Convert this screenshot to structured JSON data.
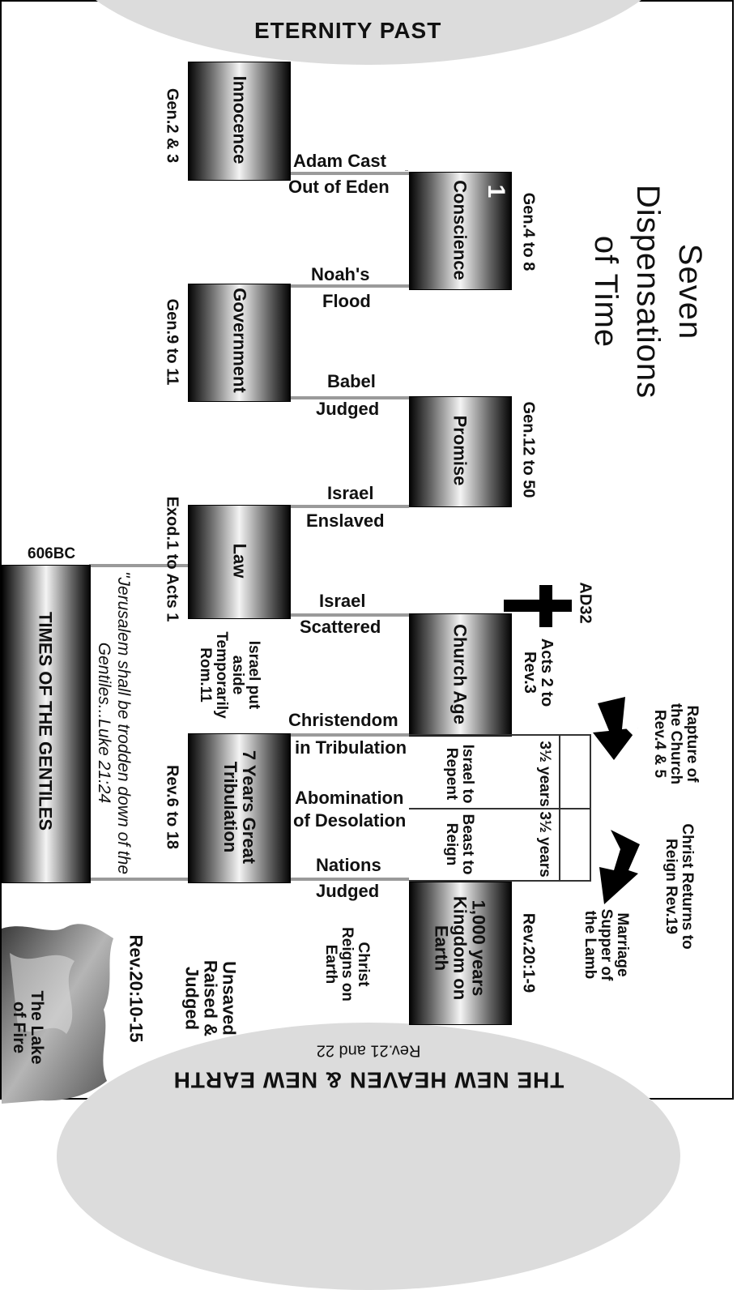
{
  "top_heading": "ETERNITY  PAST",
  "bottom_heading": "THE NEW HEAVEN & NEW EARTH",
  "bottom_subheading": "Rev.21 and 22",
  "title": {
    "line1": "Seven",
    "line2": "Dispensations",
    "line3": "of Time"
  },
  "dispensations": {
    "d1": {
      "name": "Innocence",
      "ref": "Gen.2 & 3"
    },
    "d2": {
      "name": "Conscience",
      "ref": "Gen.4 to 8",
      "number": "1"
    },
    "d3": {
      "name": "Government",
      "ref": "Gen.9 to 11"
    },
    "d4": {
      "name": "Promise",
      "ref": "Gen.12 to 50"
    },
    "d5": {
      "name": "Law",
      "ref": "Exod.1 to Acts 1"
    },
    "d6": {
      "name": "Church Age",
      "ref": "Acts 2 to Rev.3"
    },
    "d7": {
      "name": "7 Years Great Tribulation",
      "ref": "Rev.6 to 18"
    },
    "d8": {
      "name": "1,000 years Kingdom on Earth",
      "ref": "Rev.20:1-9"
    }
  },
  "transitions": {
    "t1": {
      "a": "Adam Cast",
      "b": "Out of  Eden"
    },
    "t2": {
      "a": "Noah's",
      "b": "Flood"
    },
    "t3": {
      "a": "Babel",
      "b": "Judged"
    },
    "t4": {
      "a": "Israel",
      "b": "Enslaved"
    },
    "t5": {
      "a": "Israel",
      "b": "Scattered"
    },
    "t6": {
      "a": "Christendom",
      "b": "in Tribulation"
    },
    "t7": {
      "a": "Abomination",
      "b": "of Desolation"
    },
    "t8": {
      "a": "Nations",
      "b": "Judged"
    }
  },
  "events": {
    "ad32": "AD32",
    "rapture": "Rapture of the Church Rev.4 & 5",
    "christ_returns": "Christ Returns to Reign Rev.19",
    "marriage_supper": "Marriage Supper of the Lamb",
    "half1_years": "3½ years",
    "half1_label": "Israel to Repent",
    "half2_years": "3½ years",
    "half2_label": "Beast to Reign",
    "israel_aside": "Israel put aside Temporarily Rom.11",
    "christ_reigns": "Christ Reigns on Earth",
    "unsaved": "Unsaved Raised & Judged",
    "final_ref": "Rev.20:10-15",
    "lake": "The Lake of Fire"
  },
  "gentiles": {
    "label": "TIMES OF THE GENTILES",
    "start": "606BC",
    "quote": "\"Jerusalem shall be trodden down of the Gentiles...Luke 21:24"
  }
}
